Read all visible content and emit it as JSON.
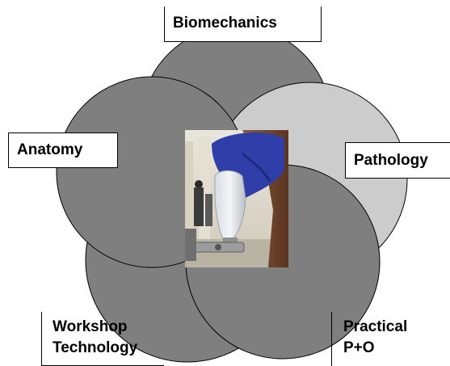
{
  "diagram": {
    "labels": {
      "biomechanics": "Biomechanics",
      "anatomy": "Anatomy",
      "pathology": "Pathology",
      "workshop_line1": "Workshop",
      "workshop_line2": "Technology",
      "practical_line1": "Practical",
      "practical_line2": "P+O"
    },
    "photo": {
      "description_icon": "prosthesis-photo"
    },
    "colors": {
      "dark_circle": "#7f7f7f",
      "light_circle": "#cccccc",
      "outline": "#000000"
    }
  }
}
